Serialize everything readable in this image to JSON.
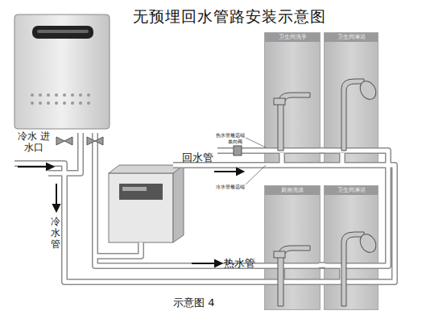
{
  "diagram": {
    "title": "无预埋回水管路安装示意图",
    "caption": "示意图 4",
    "nodes": [
      {
        "text": [
          "卫生间洗手"
        ]
      },
      {
        "text": [
          "卫生间淋浴"
        ]
      },
      {
        "text": [
          "厨房洗涤"
        ]
      },
      {
        "text": [
          "卫生间淋浴"
        ]
      }
    ],
    "edges": [
      {
        "from": 0,
        "to": 1,
        "arrow": "none"
      },
      {
        "from": 2,
        "to": 3,
        "arrow": "none"
      }
    ],
    "labels": [
      "冷水 进水口",
      "冷水管",
      "回水管",
      "热水管",
      "热水管最远端",
      "单向阀",
      "冷水管最远端"
    ]
  }
}
